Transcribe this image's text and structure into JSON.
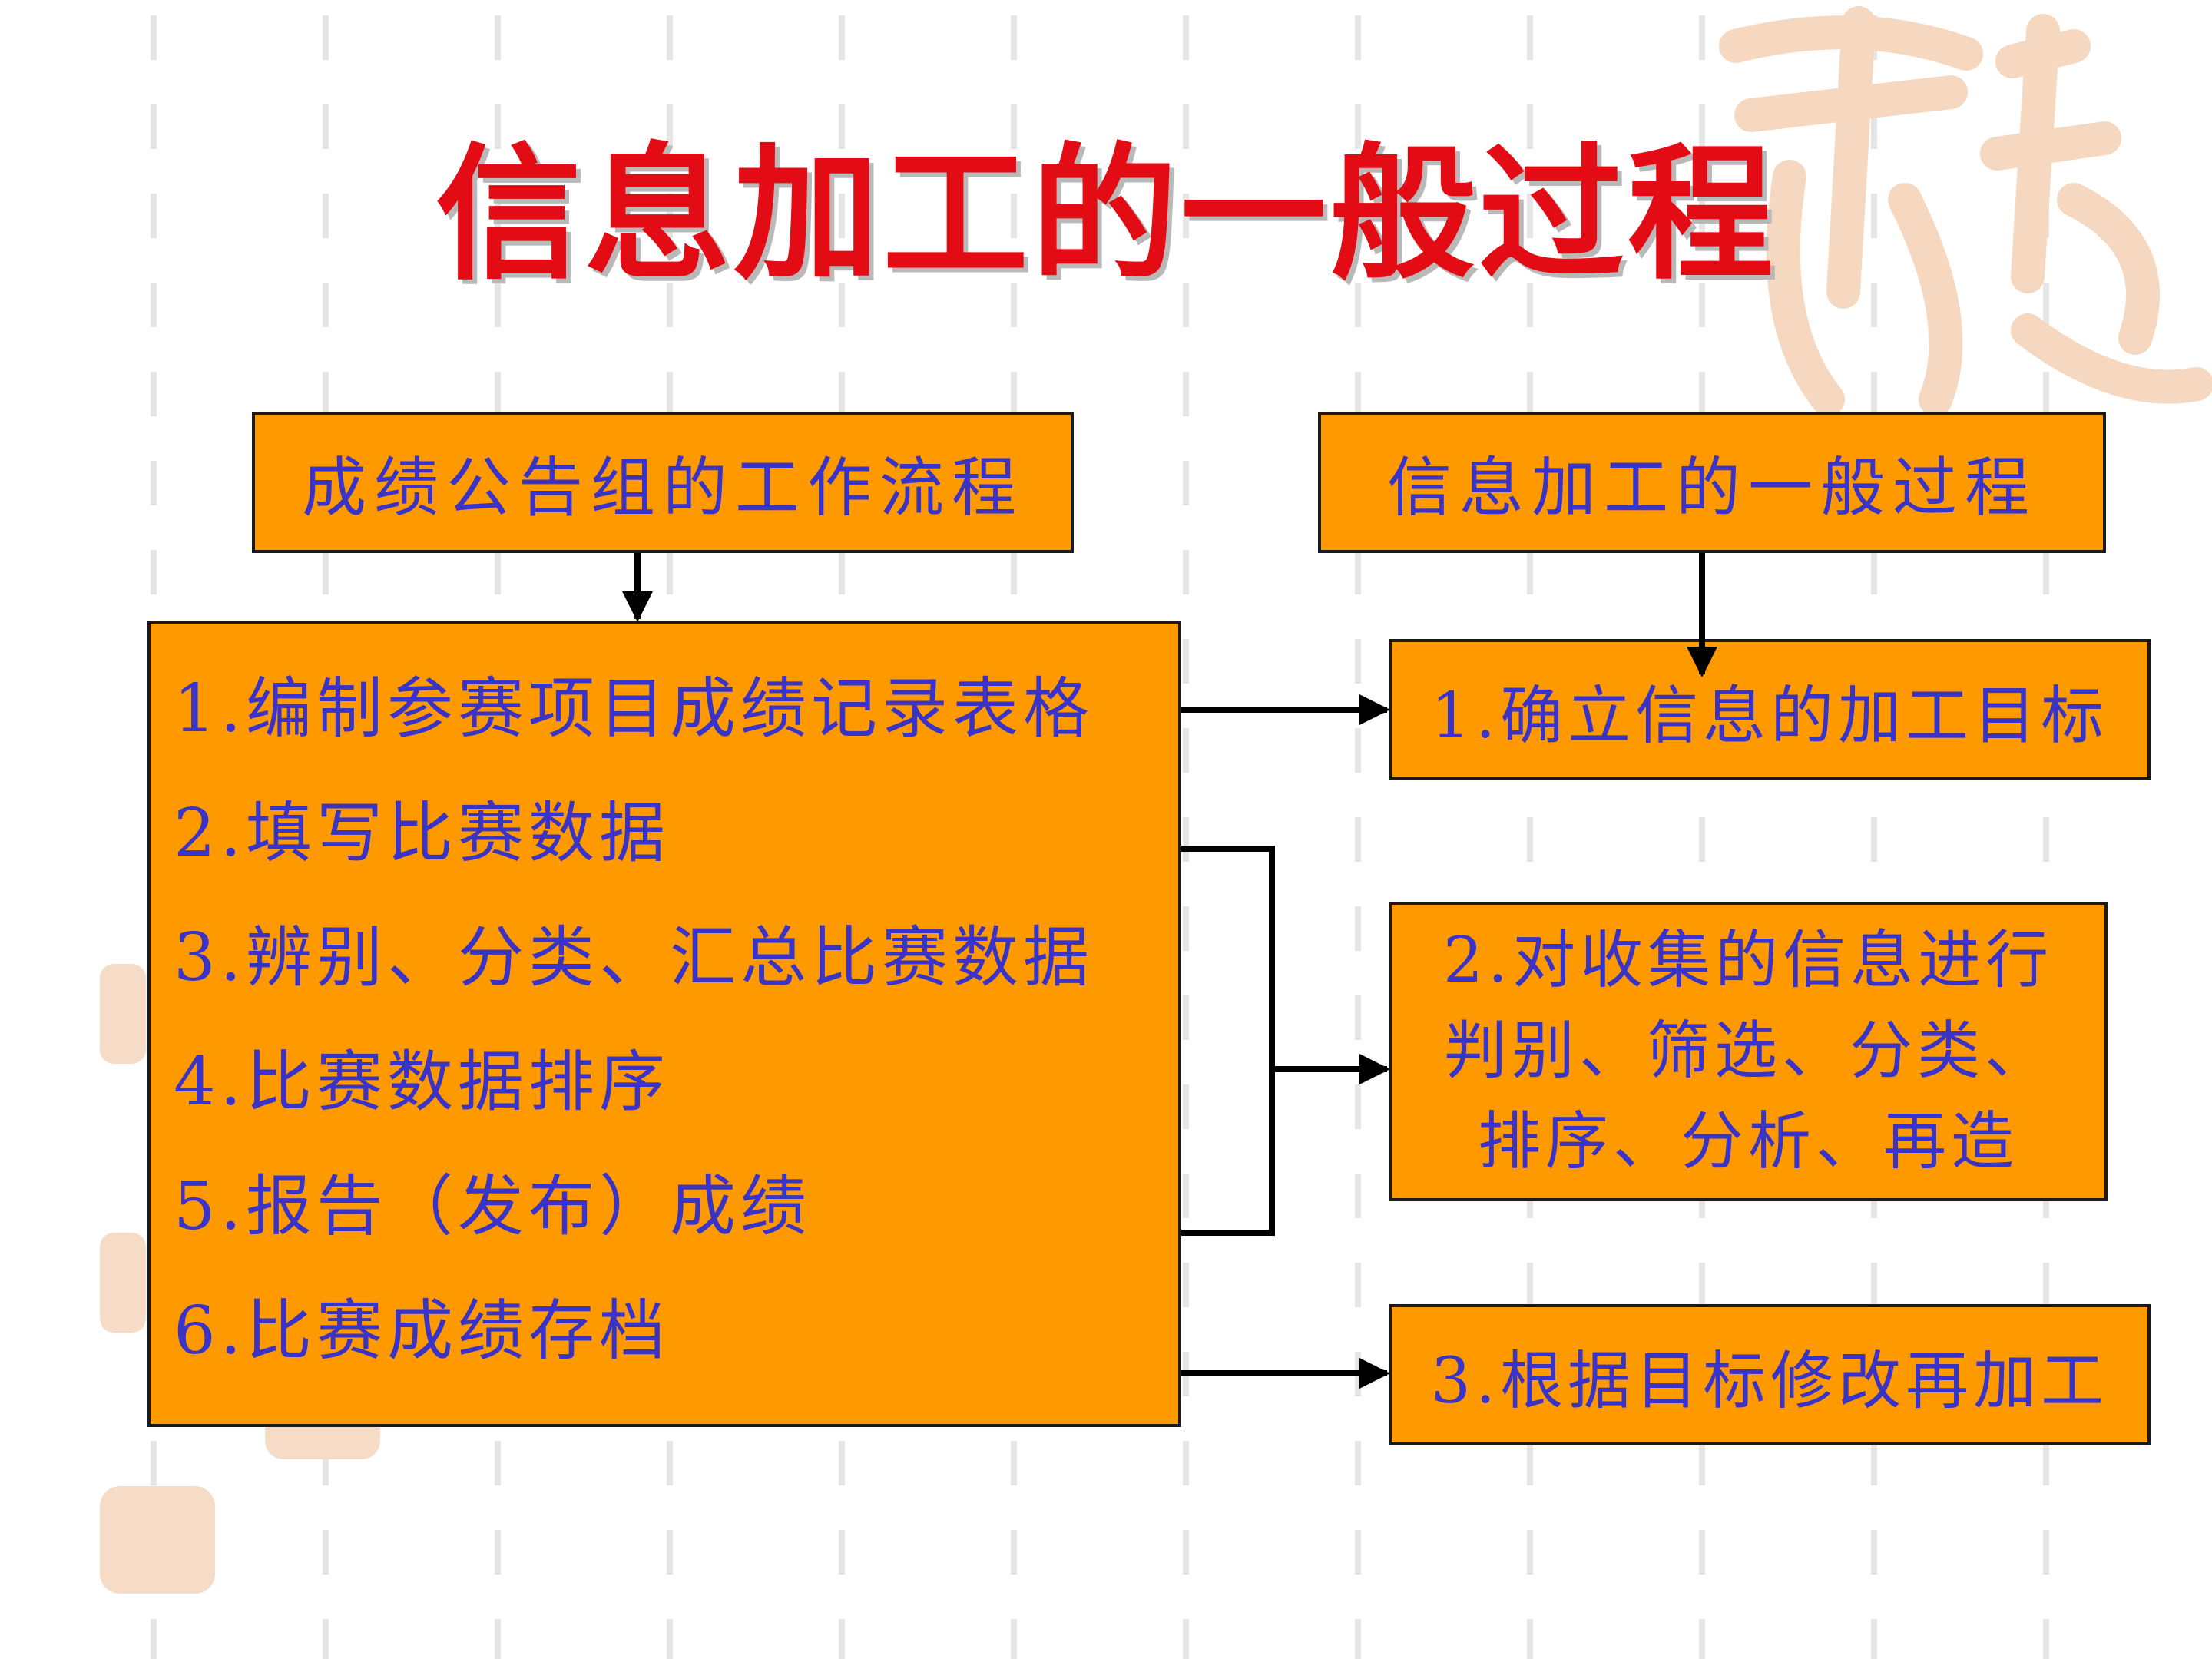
{
  "title": "信息加工的一般过程",
  "left_header": "成绩公告组的工作流程",
  "right_header": "信息加工的一般过程",
  "steps": [
    "1.编制参赛项目成绩记录表格",
    "2.填写比赛数据",
    "3.辨别、分类、汇总比赛数据",
    "4.比赛数据排序",
    "5.报告（发布）成绩",
    "6.比赛成绩存档"
  ],
  "process": {
    "goal": "1.确立信息的加工目标",
    "process_lines": [
      "2.对收集的信息进行",
      "判别、筛选、分类、",
      "排序、分析、再造"
    ],
    "revise": "3.根据目标修改再加工"
  },
  "colors": {
    "title": "#e30b14",
    "box_fill": "#ff9900",
    "box_text": "#3a33c8",
    "border": "#1a1a1a",
    "watermark": "#f6d7bf"
  }
}
